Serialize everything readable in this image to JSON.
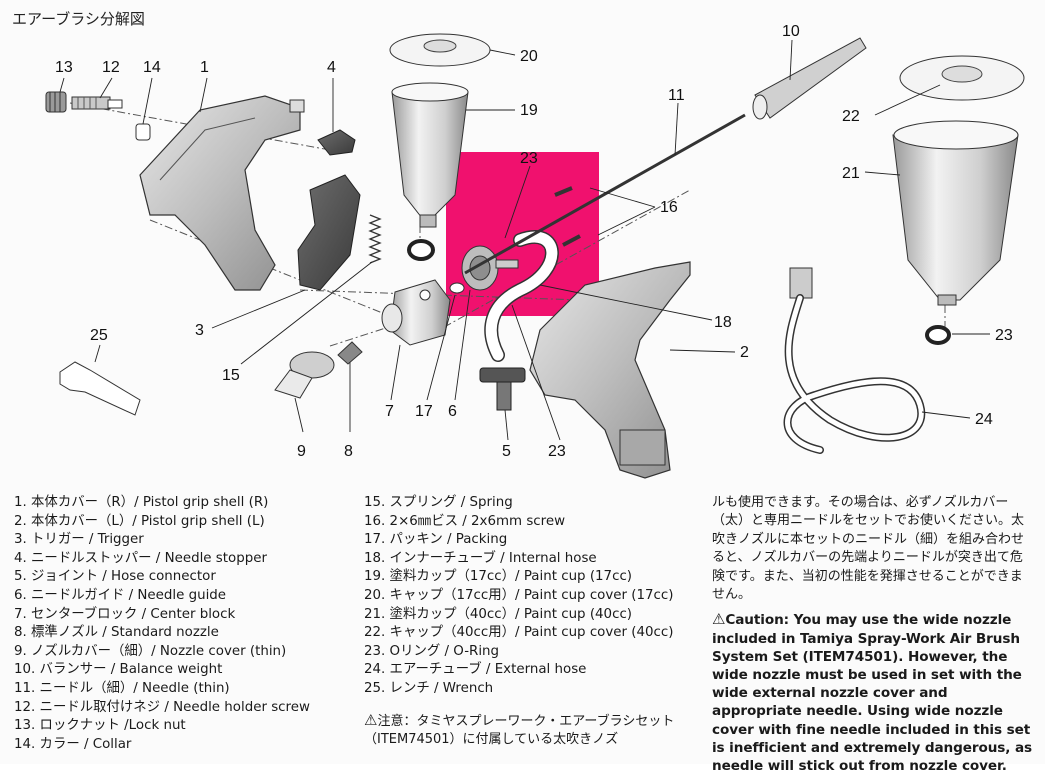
{
  "title": "エアーブラシ分解図",
  "callouts": [
    "13",
    "12",
    "14",
    "1",
    "4",
    "20",
    "19",
    "10",
    "11",
    "22",
    "21",
    "23",
    "16",
    "18",
    "2",
    "25",
    "3",
    "15",
    "7",
    "17",
    "6",
    "5",
    "23",
    "9",
    "8",
    "23",
    "24"
  ],
  "legend": {
    "col1": [
      "1. 本体カバー（R）/ Pistol grip shell (R)",
      "2. 本体カバー（L）/ Pistol grip shell (L)",
      "3. トリガー / Trigger",
      "4. ニードルストッパー / Needle stopper",
      "5. ジョイント / Hose connector",
      "6. ニードルガイド / Needle guide",
      "7. センターブロック / Center block",
      "8. 標準ノズル / Standard nozzle",
      "9. ノズルカバー（細）/ Nozzle cover (thin)",
      "10. バランサー / Balance weight",
      "11. ニードル（細）/ Needle (thin)",
      "12. ニードル取付けネジ / Needle holder screw",
      "13. ロックナット /Lock nut",
      "14. カラー / Collar"
    ],
    "col2": [
      "15. スプリング / Spring",
      "16. 2×6㎜ビス / 2x6mm screw",
      "17. パッキン / Packing",
      "18. インナーチューブ / Internal hose",
      "19. 塗料カップ（17cc）/ Paint cup (17cc)",
      "20. キャップ（17cc用）/ Paint cup cover (17cc)",
      "21. 塗料カップ（40cc）/ Paint cup (40cc)",
      "22. キャップ（40cc用）/ Paint cup cover (40cc)",
      "23. Oリング / O-Ring",
      "24. エアーチューブ / External hose",
      "25. レンチ / Wrench"
    ]
  },
  "notes": {
    "ja_start": "注意：タミヤスプレーワーク・エアーブラシセット（ITEM74501）に付属している太吹きノズ",
    "ja_cont": "ルも使用できます。その場合は、必ずノズルカバー（太）と専用ニードルをセットでお使いください。太吹きノズルに本セットのニードル（細）を組み合わせると、ノズルカバーの先端よりニードルが突き出て危険です。また、当初の性能を発揮させることができません。",
    "en": "Caution: You may use the wide nozzle included in Tamiya Spray-Work Air Brush System Set (ITEM74501). However, the wide nozzle must be used in set with the wide external nozzle cover and appropriate needle. Using wide nozzle cover with fine needle included in this set is inefficient and extremely dangerous, as needle will stick out from nozzle cover."
  },
  "highlight_color": "#f0116e"
}
